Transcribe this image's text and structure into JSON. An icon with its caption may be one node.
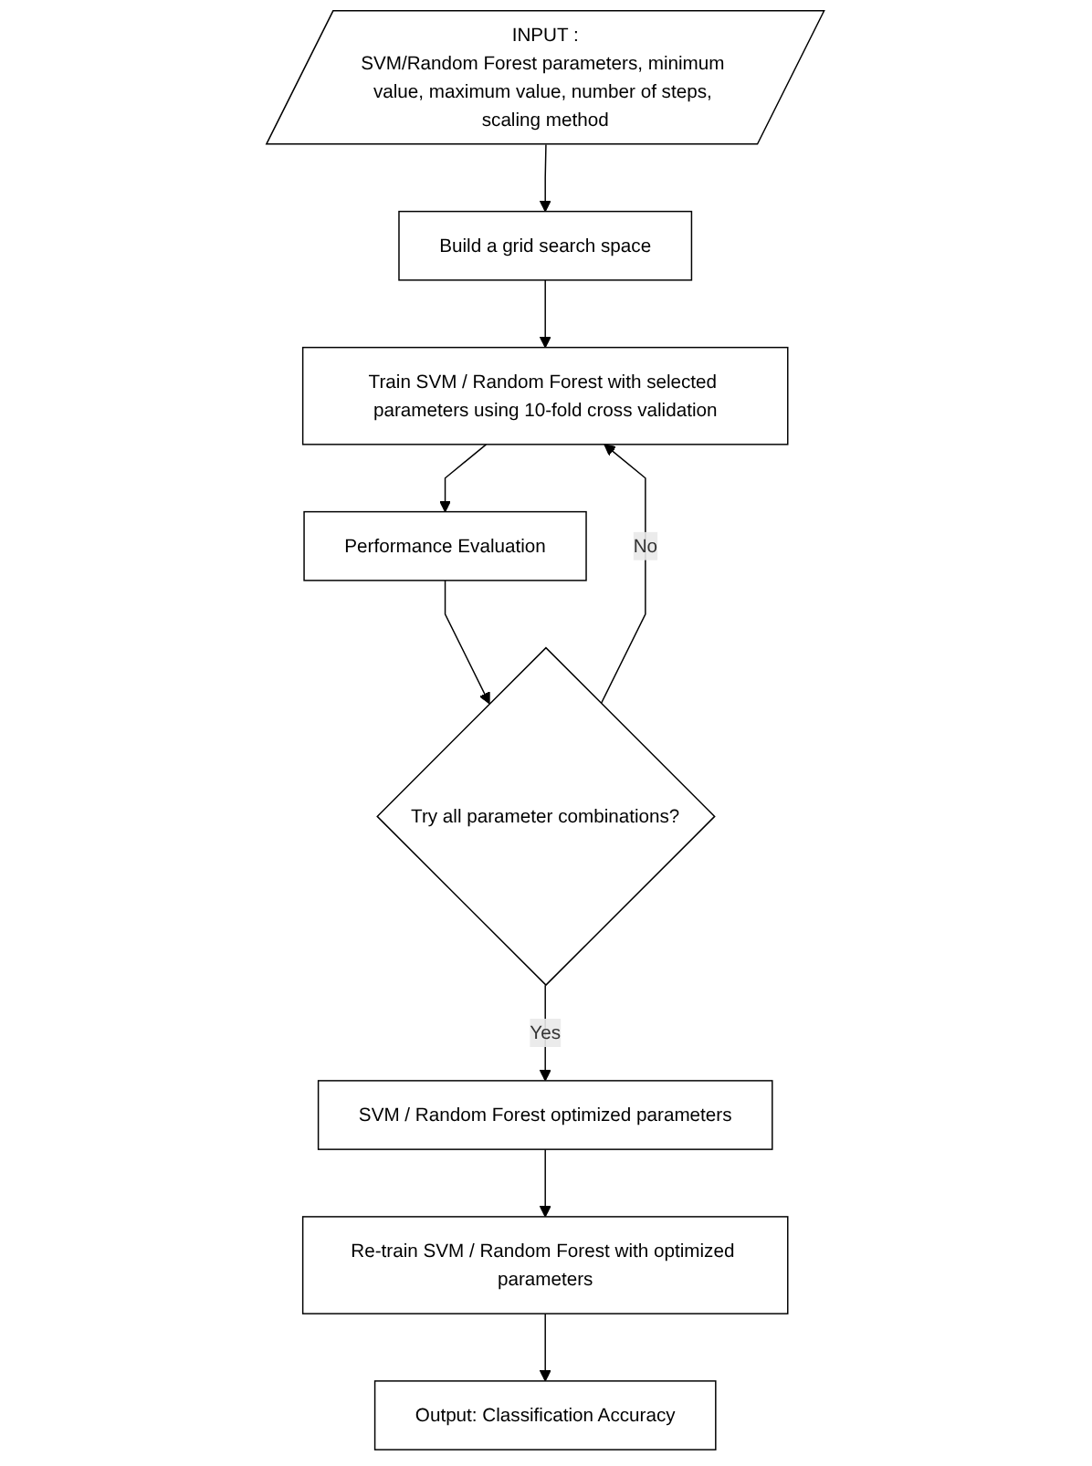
{
  "diagram": {
    "nodes": [
      {
        "text": [
          "INPUT :",
          "SVM/Random Forest parameters, minimum value, maximum value, number of steps, scaling method"
        ]
      },
      {
        "text": [
          "Build a grid search space"
        ]
      },
      {
        "text": [
          "Train SVM / Random Forest with selected parameters using 10-fold cross validation"
        ]
      },
      {
        "text": [
          "Performance Evaluation"
        ]
      },
      {
        "text": [
          "Try all parameter combinations?"
        ]
      },
      {
        "text": [
          "SVM / Random Forest optimized parameters"
        ]
      },
      {
        "text": [
          "Re-train SVM / Random Forest with optimized parameters"
        ]
      },
      {
        "text": [
          "Output: Classification Accuracy"
        ]
      }
    ],
    "edges": [
      {
        "from": 0,
        "to": 1,
        "arrow": "to"
      },
      {
        "from": 1,
        "to": 2,
        "arrow": "to"
      },
      {
        "from": 2,
        "to": 3,
        "arrow": "to"
      },
      {
        "from": 3,
        "to": 4,
        "arrow": "to"
      },
      {
        "from": 4,
        "to": 2,
        "label": "No",
        "arrow": "to"
      },
      {
        "from": 4,
        "to": 5,
        "label": "Yes",
        "arrow": "to"
      },
      {
        "from": 5,
        "to": 6,
        "arrow": "to"
      },
      {
        "from": 6,
        "to": 7,
        "arrow": "to"
      }
    ]
  }
}
